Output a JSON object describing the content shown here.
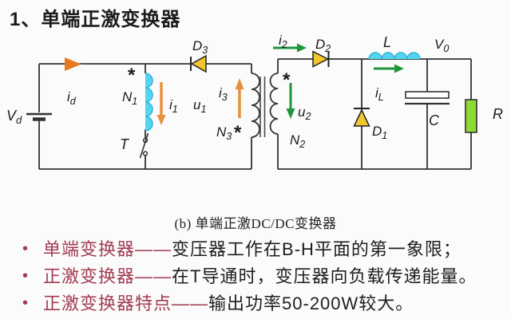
{
  "title": "1、单端正激变换器",
  "caption": "(b) 单端正激DC/DC变换器",
  "bullets": [
    {
      "dot": "•",
      "term": "单端变换器——",
      "rest": "变压器工作在B-H平面的第一象限；"
    },
    {
      "dot": "•",
      "term": "正激变换器——",
      "rest": "在T导通时，变压器向负载传递能量。"
    },
    {
      "dot": "•",
      "term": "正激变换器特点——",
      "rest": "输出功率50-200W较大。"
    }
  ],
  "colors": {
    "accent_red_text": "#a23c52",
    "wire": "#333333",
    "arrow_orange": "#e87a1e",
    "arrow_orange_light": "#e8913c",
    "arrow_green": "#1e9638",
    "coil_cyan_fill": "#55d4f0",
    "coil_cyan_stroke": "#2fb6dc",
    "diode_yellow": "#f2c62e",
    "resistor_green": "#8cdb32",
    "capacitor_fill": "#ffffff"
  },
  "circuit": {
    "labels": {
      "vd": {
        "base": "V",
        "sub": "d"
      },
      "id": {
        "base": "i",
        "sub": "d"
      },
      "n1": {
        "base": "N",
        "sub": "1"
      },
      "i1": {
        "base": "i",
        "sub": "1"
      },
      "u1": {
        "base": "u",
        "sub": "1"
      },
      "t": {
        "base": "T",
        "sub": ""
      },
      "d3": {
        "base": "D",
        "sub": "3"
      },
      "i3": {
        "base": "i",
        "sub": "3"
      },
      "n3": {
        "base": "N",
        "sub": "3"
      },
      "i2": {
        "base": "i",
        "sub": "2"
      },
      "d2": {
        "base": "D",
        "sub": "2"
      },
      "u2": {
        "base": "u",
        "sub": "2"
      },
      "n2": {
        "base": "N",
        "sub": "2"
      },
      "d1": {
        "base": "D",
        "sub": "1"
      },
      "il": {
        "base": "i",
        "sub": "L"
      },
      "l": {
        "base": "L",
        "sub": ""
      },
      "v0": {
        "base": "V",
        "sub": "0"
      },
      "c": {
        "base": "C",
        "sub": ""
      },
      "r": {
        "base": "R",
        "sub": ""
      },
      "star": "*"
    }
  }
}
